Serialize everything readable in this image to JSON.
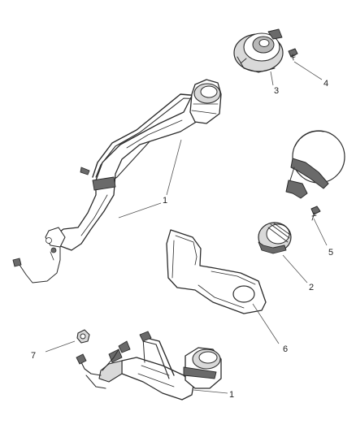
{
  "diagram": {
    "callouts": {
      "filler_tube_upper": "1",
      "filler_tube_lower": "1",
      "fuel_cap": "2",
      "housing": "3",
      "housing_screw": "4",
      "door_screw": "5",
      "splash_shield": "6",
      "nut": "7"
    }
  }
}
